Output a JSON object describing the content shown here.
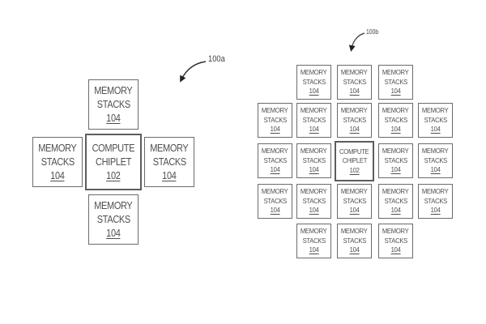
{
  "figure_a": {
    "reference": "100a",
    "compute": {
      "line1": "COMPUTE",
      "line2": "CHIPLET",
      "ref": "102"
    },
    "memory": [
      {
        "position": "top",
        "line1": "MEMORY",
        "line2": "STACKS",
        "ref": "104"
      },
      {
        "position": "left",
        "line1": "MEMORY",
        "line2": "STACKS",
        "ref": "104"
      },
      {
        "position": "right",
        "line1": "MEMORY",
        "line2": "STACKS",
        "ref": "104"
      },
      {
        "position": "bottom",
        "line1": "MEMORY",
        "line2": "STACKS",
        "ref": "104"
      }
    ]
  },
  "figure_b": {
    "reference": "100b",
    "compute": {
      "line1": "COMPUTE",
      "line2": "CHIPLET",
      "ref": "102"
    },
    "memory_label": {
      "line1": "MEMORY",
      "line2": "STACKS",
      "ref": "104"
    },
    "grid_rows": [
      [
        "memory",
        "memory",
        "memory"
      ],
      [
        "memory",
        "memory",
        "memory",
        "memory",
        "memory"
      ],
      [
        "memory",
        "memory",
        "compute",
        "memory",
        "memory"
      ],
      [
        "memory",
        "memory",
        "memory",
        "memory",
        "memory"
      ],
      [
        "memory",
        "memory",
        "memory"
      ]
    ],
    "memory_stack_count": 20
  }
}
